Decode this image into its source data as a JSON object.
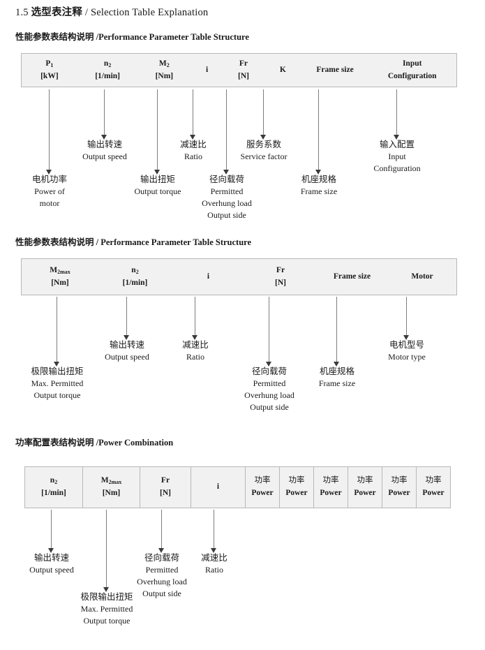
{
  "document": {
    "title_number": "1.5",
    "title_cn": "选型表注释",
    "title_sep": "/",
    "title_en": "Selection Table Explanation"
  },
  "sections": [
    {
      "heading_cn": "性能参数表结构说明",
      "heading_sep": "/",
      "heading_en": "Performance Parameter Table Structure",
      "table": {
        "ruled": false,
        "columns": [
          {
            "symbol": "P",
            "sub": "1",
            "unit": "[kW]"
          },
          {
            "symbol": "n",
            "sub": "2",
            "unit": "[1/min]"
          },
          {
            "symbol": "M",
            "sub": "2",
            "unit": "[Nm]"
          },
          {
            "symbol": "i",
            "sub": "",
            "unit": ""
          },
          {
            "symbol": "Fr",
            "sub": "",
            "unit": "[N]"
          },
          {
            "symbol": "K",
            "sub": "",
            "unit": ""
          },
          {
            "symbol": "Frame size",
            "sub": "",
            "unit": ""
          },
          {
            "symbol": "Input",
            "sub": "",
            "unit": "Configuration"
          }
        ]
      },
      "notes": [
        {
          "cn": "电机功率",
          "en": [
            "Power of",
            "motor"
          ]
        },
        {
          "cn": "输出转速",
          "en": [
            "Output speed"
          ]
        },
        {
          "cn": "输出扭矩",
          "en": [
            "Output torque"
          ]
        },
        {
          "cn": "减速比",
          "en": [
            "Ratio"
          ]
        },
        {
          "cn": "径向载荷",
          "en": [
            "Permitted",
            "Overhung load",
            "Output side"
          ]
        },
        {
          "cn": "服务系数",
          "en": [
            "Service factor"
          ]
        },
        {
          "cn": "机座规格",
          "en": [
            "Frame size"
          ]
        },
        {
          "cn": "输入配置",
          "en": [
            "Input",
            "Configuration"
          ]
        }
      ]
    },
    {
      "heading_cn": "性能参数表结构说明",
      "heading_sep": "/",
      "heading_en": "Performance Parameter Table Structure",
      "table": {
        "ruled": false,
        "columns": [
          {
            "symbol": "M",
            "sub": "2max",
            "unit": "[Nm]"
          },
          {
            "symbol": "n",
            "sub": "2",
            "unit": "[1/min]"
          },
          {
            "symbol": "i",
            "sub": "",
            "unit": ""
          },
          {
            "symbol": "Fr",
            "sub": "",
            "unit": "[N]"
          },
          {
            "symbol": "Frame size",
            "sub": "",
            "unit": ""
          },
          {
            "symbol": "Motor",
            "sub": "",
            "unit": ""
          }
        ]
      },
      "notes": [
        {
          "cn": "极限输出扭矩",
          "en": [
            "Max. Permitted",
            "Output  torque"
          ]
        },
        {
          "cn": "输出转速",
          "en": [
            "Output speed"
          ]
        },
        {
          "cn": "减速比",
          "en": [
            "Ratio"
          ]
        },
        {
          "cn": "径向载荷",
          "en": [
            "Permitted",
            "Overhung load",
            "Output side"
          ]
        },
        {
          "cn": "机座规格",
          "en": [
            "Frame size"
          ]
        },
        {
          "cn": "电机型号",
          "en": [
            "Motor type"
          ]
        }
      ]
    },
    {
      "heading_cn": "功率配置表结构说明",
      "heading_sep": "/",
      "heading_en": "Power Combination",
      "table": {
        "ruled": true,
        "columns": [
          {
            "symbol": "n",
            "sub": "2",
            "unit": "[1/min]"
          },
          {
            "symbol": "M",
            "sub": "2max",
            "unit": "[Nm]"
          },
          {
            "symbol": "Fr",
            "sub": "",
            "unit": "[N]"
          },
          {
            "symbol": "i",
            "sub": "",
            "unit": ""
          },
          {
            "symbol_cn": "功率",
            "symbol": "",
            "sub": "",
            "unit": "Power"
          },
          {
            "symbol_cn": "功率",
            "symbol": "",
            "sub": "",
            "unit": "Power"
          },
          {
            "symbol_cn": "功率",
            "symbol": "",
            "sub": "",
            "unit": "Power"
          },
          {
            "symbol_cn": "功率",
            "symbol": "",
            "sub": "",
            "unit": "Power"
          },
          {
            "symbol_cn": "功率",
            "symbol": "",
            "sub": "",
            "unit": "Power"
          },
          {
            "symbol_cn": "功率",
            "symbol": "",
            "sub": "",
            "unit": "Power"
          }
        ]
      },
      "notes": [
        {
          "cn": "输出转速",
          "en": [
            "Output speed"
          ]
        },
        {
          "cn": "极限输出扭矩",
          "en": [
            "Max. Permitted",
            "Output  torque"
          ]
        },
        {
          "cn": "径向载荷",
          "en": [
            "Permitted",
            "Overhung load",
            "Output side"
          ]
        },
        {
          "cn": "减速比",
          "en": [
            "Ratio"
          ]
        }
      ]
    }
  ]
}
